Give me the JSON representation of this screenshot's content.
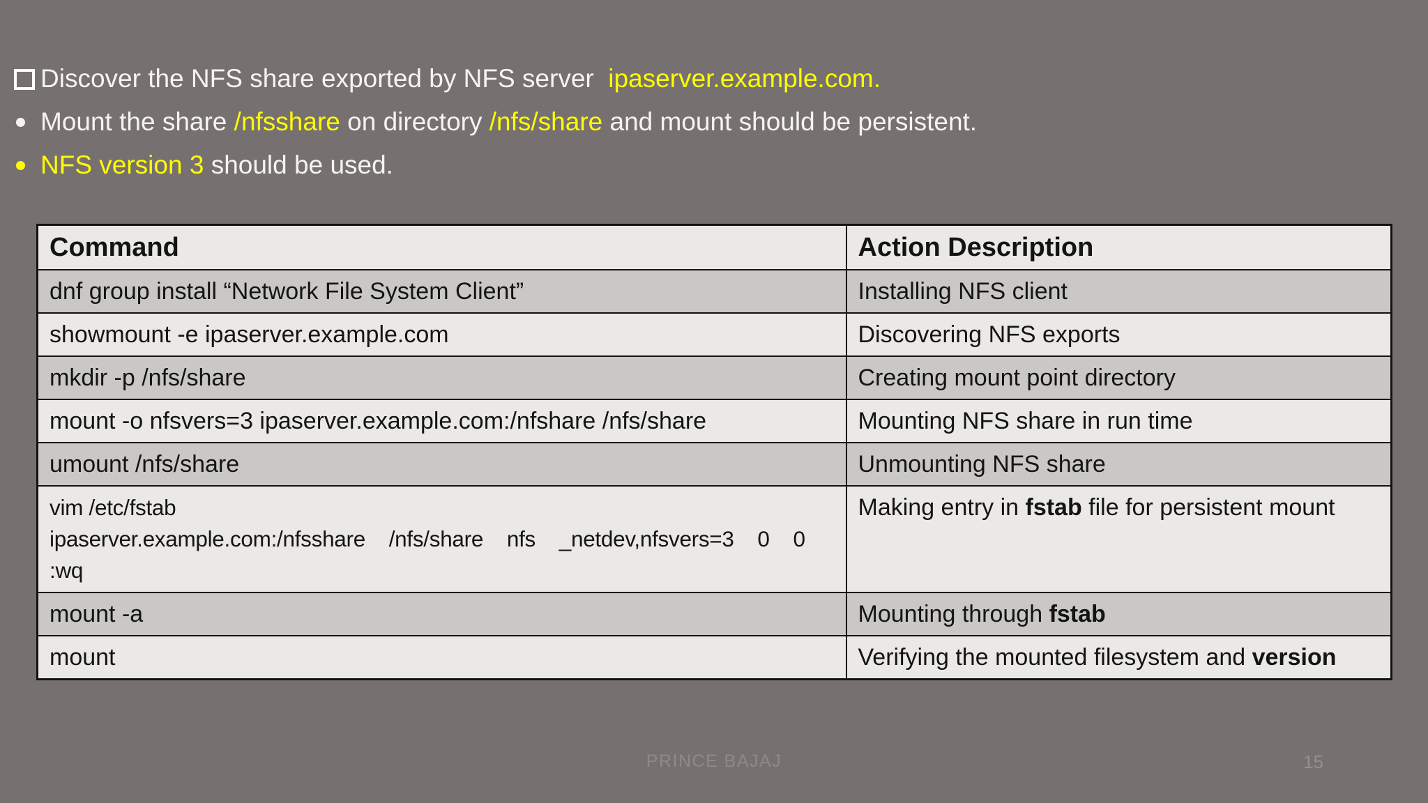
{
  "colors": {
    "background": "#767170",
    "text_white": "#f5f4f2",
    "accent_yellow": "#fdfd00",
    "row_dark": "#c9c8c4",
    "row_light": "#eae9e6",
    "table_border": "#121212",
    "cell_text": "#141414",
    "footer_text": "#8f8a86"
  },
  "bullets": [
    {
      "marker": "checkbox",
      "segments": [
        {
          "text": "Discover the NFS share exported by NFS server  ",
          "color": "white"
        },
        {
          "text": "ipaserver.example.com.",
          "color": "yellow"
        }
      ]
    },
    {
      "marker": "dot-white",
      "segments": [
        {
          "text": "Mount the share ",
          "color": "white"
        },
        {
          "text": "/nfsshare",
          "color": "yellow"
        },
        {
          "text": " on directory ",
          "color": "white"
        },
        {
          "text": "/nfs/share",
          "color": "yellow"
        },
        {
          "text": " and mount should be persistent.",
          "color": "white"
        }
      ]
    },
    {
      "marker": "dot-yellow",
      "segments": [
        {
          "text": "NFS version 3",
          "color": "yellow"
        },
        {
          "text": " should be used.",
          "color": "white"
        }
      ]
    }
  ],
  "table": {
    "headers": [
      "Command",
      "Action Description"
    ],
    "rows": [
      {
        "command": "dnf group install “Network File System Client”",
        "description": [
          {
            "text": "Installing NFS client"
          }
        ]
      },
      {
        "command": "showmount -e ipaserver.example.com",
        "description": [
          {
            "text": "Discovering NFS exports"
          }
        ]
      },
      {
        "command": "mkdir -p /nfs/share",
        "description": [
          {
            "text": "Creating mount point directory"
          }
        ]
      },
      {
        "command": "mount -o nfsvers=3 ipaserver.example.com:/nfshare /nfs/share",
        "description": [
          {
            "text": "Mounting NFS share in run time"
          }
        ]
      },
      {
        "command": "umount /nfs/share",
        "description": [
          {
            "text": "Unmounting NFS share"
          }
        ]
      },
      {
        "command": "vim /etc/fstab\nipaserver.example.com:/nfsshare    /nfs/share    nfs    _netdev,nfsvers=3    0    0\n:wq",
        "description": [
          {
            "text": "Making entry in "
          },
          {
            "text": "fstab",
            "bold": true
          },
          {
            "text": " file for persistent mount"
          }
        ]
      },
      {
        "command": "mount -a",
        "description": [
          {
            "text": "Mounting through "
          },
          {
            "text": "fstab",
            "bold": true
          }
        ]
      },
      {
        "command": "mount",
        "description": [
          {
            "text": "Verifying the mounted filesystem and "
          },
          {
            "text": "version",
            "bold": true
          }
        ]
      }
    ]
  },
  "footer": {
    "author": "PRINCE BAJAJ",
    "page_number": "15"
  }
}
